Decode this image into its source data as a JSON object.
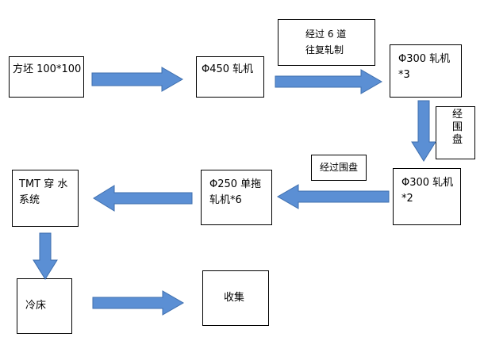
{
  "boxes": {
    "billet": {
      "lines": [
        "方坯 100*100"
      ]
    },
    "mill_450": {
      "lines": [
        "Φ450 轧机"
      ]
    },
    "note_6pass": {
      "lines": [
        "经过 6 道",
        "往复轧制"
      ]
    },
    "mill_300_x3": {
      "lines": [
        "Φ300 轧机",
        "*3"
      ]
    },
    "note_coil_v": {
      "lines": [
        "经",
        "围",
        "盘"
      ]
    },
    "mill_300_x2": {
      "lines": [
        "Φ300 轧机",
        "*2"
      ]
    },
    "note_coil": {
      "lines": [
        "经过围盘"
      ]
    },
    "mill_250_x6": {
      "lines": [
        "Φ250 单拖",
        "轧机*6"
      ]
    },
    "tmt": {
      "lines": [
        "TMT  穿 水",
        "系统"
      ]
    },
    "cooling_bed": {
      "lines": [
        "",
        "冷床"
      ]
    },
    "collect": {
      "lines": [
        "",
        "收集"
      ]
    }
  },
  "colors": {
    "arrow_fill": "#5b8fd4",
    "arrow_stroke": "#3f6fae"
  },
  "arrows": [
    {
      "name": "arrow-billet-to-mill450",
      "dir": "right"
    },
    {
      "name": "arrow-mill450-to-mill300x3",
      "dir": "right"
    },
    {
      "name": "arrow-mill300x3-to-mill300x2",
      "dir": "down"
    },
    {
      "name": "arrow-mill300x2-to-mill250",
      "dir": "left"
    },
    {
      "name": "arrow-mill250-to-tmt",
      "dir": "left"
    },
    {
      "name": "arrow-tmt-to-coolingbed",
      "dir": "down"
    },
    {
      "name": "arrow-coolingbed-to-collect",
      "dir": "right"
    }
  ]
}
